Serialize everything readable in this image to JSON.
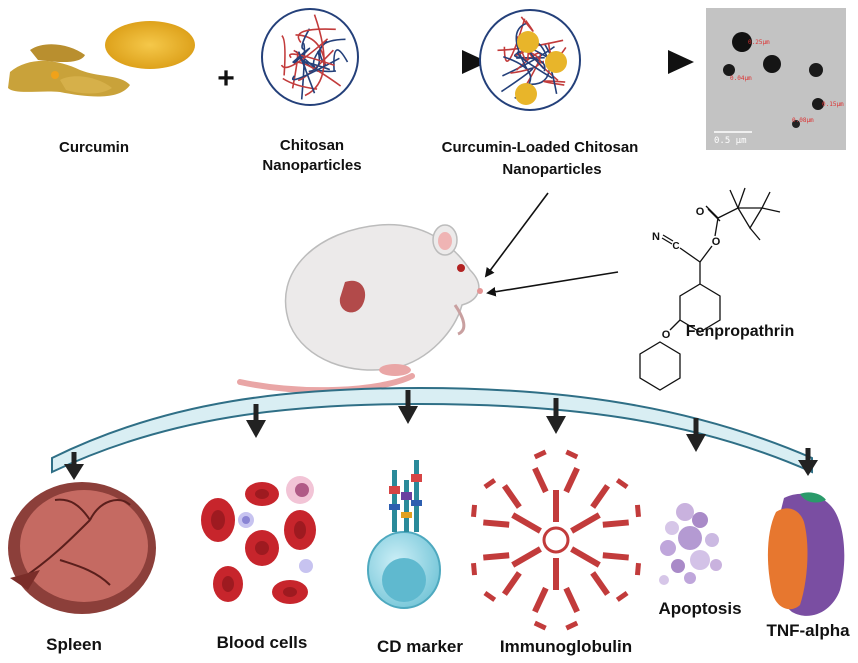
{
  "top_row": {
    "curcumin_label": "Curcumin",
    "plus_sign": "+",
    "chitosan_label_line1": "Chitosan",
    "chitosan_label_line2": "Nanoparticles",
    "loaded_label_line1": "Curcumin-Loaded  Chitosan",
    "loaded_label_line2": "Nanoparticles",
    "tem_scale_text": "0.5 μm",
    "tem_measurements": [
      "0.25μm",
      "0.04μm",
      "0.15μm",
      "0.08μm"
    ]
  },
  "middle": {
    "compound_label": "Fenpropathrin",
    "atom_N": "N",
    "atom_C": "C",
    "atom_O1": "O",
    "atom_O2": "O",
    "atom_O3": "O"
  },
  "outcomes": [
    {
      "label": "Spleen"
    },
    {
      "label": "Blood cells"
    },
    {
      "label": "CD marker"
    },
    {
      "label": "Immunoglobulin"
    },
    {
      "label": "Apoptosis"
    },
    {
      "label": "TNF-alpha"
    }
  ],
  "colors": {
    "arc_fill": "#d9eef3",
    "arc_stroke": "#2f6f86",
    "arrow": "#222222",
    "curcumin": "#e8b52a",
    "chitosan_red": "#c23b3b",
    "chitosan_blue": "#24407a",
    "blood_red": "#c7252c",
    "tnf_orange": "#e7772f",
    "tnf_purple": "#7a4ea2"
  }
}
